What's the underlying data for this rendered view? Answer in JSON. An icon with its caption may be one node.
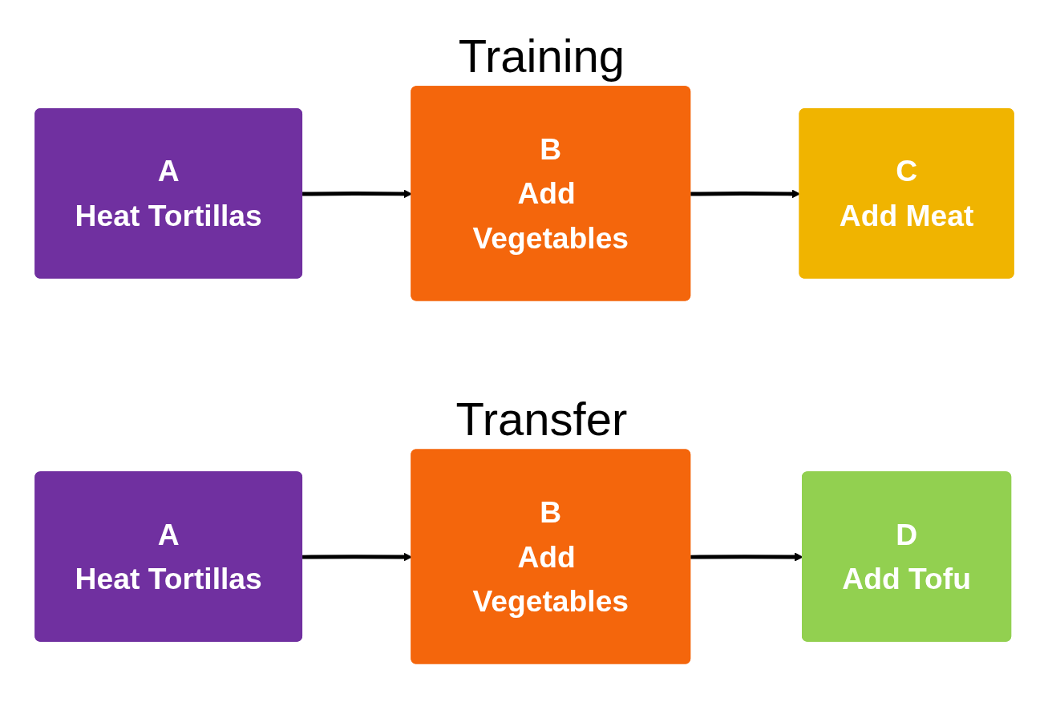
{
  "diagram": {
    "nodes": [
      {
        "text": [
          "A",
          "Heat Tortillas"
        ]
      },
      {
        "text": [
          "B",
          "Add Vegetables"
        ]
      },
      {
        "text": [
          "C",
          "Add Meat"
        ]
      },
      {
        "text": [
          "A",
          "Heat Tortillas"
        ]
      },
      {
        "text": [
          "B",
          "Add Vegetables"
        ]
      },
      {
        "text": [
          "D",
          "Add Tofu"
        ]
      }
    ],
    "edges": [
      {
        "from": 0,
        "to": 1,
        "arrow": "to"
      },
      {
        "from": 1,
        "to": 2,
        "arrow": "to"
      },
      {
        "from": 3,
        "to": 4,
        "arrow": "to"
      },
      {
        "from": 4,
        "to": 5,
        "arrow": "to"
      }
    ],
    "labels": [
      "Training",
      "Transfer"
    ]
  }
}
